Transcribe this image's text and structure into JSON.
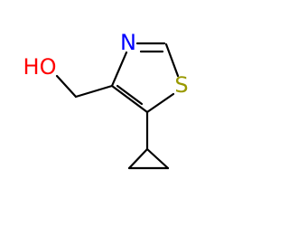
{
  "molecule": {
    "name": "",
    "atoms": {
      "oxygen_hydroxyl": {
        "label": "HO",
        "color": "#ff0000"
      },
      "nitrogen": {
        "label": "N",
        "color": "#0000ff"
      },
      "sulfur": {
        "label": "S",
        "color": "#999900"
      }
    },
    "bond_color": "#000000",
    "background": "#ffffff"
  }
}
